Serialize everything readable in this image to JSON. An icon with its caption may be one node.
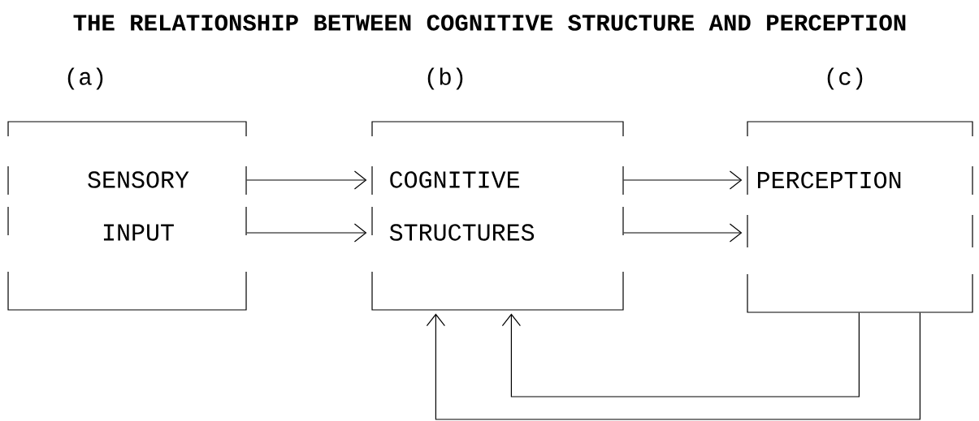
{
  "diagram": {
    "title": "THE RELATIONSHIP BETWEEN COGNITIVE STRUCTURE AND PERCEPTION",
    "nodes": [
      {
        "text": [
          "SENSORY INPUT"
        ],
        "beside": [
          "(a)"
        ]
      },
      {
        "text": [
          "COGNITIVE STRUCTURES"
        ],
        "beside": [
          "(b)"
        ]
      },
      {
        "text": [
          "PERCEPTION"
        ],
        "beside": [
          "(c)"
        ]
      }
    ],
    "edges": [
      {
        "from": 0,
        "to": 1,
        "arrow": "to"
      },
      {
        "from": 0,
        "to": 1,
        "arrow": "to"
      },
      {
        "from": 1,
        "to": 2,
        "arrow": "to"
      },
      {
        "from": 1,
        "to": 2,
        "arrow": "to"
      },
      {
        "from": 2,
        "to": 1,
        "arrow": "to"
      },
      {
        "from": 2,
        "to": 1,
        "arrow": "to"
      }
    ]
  }
}
